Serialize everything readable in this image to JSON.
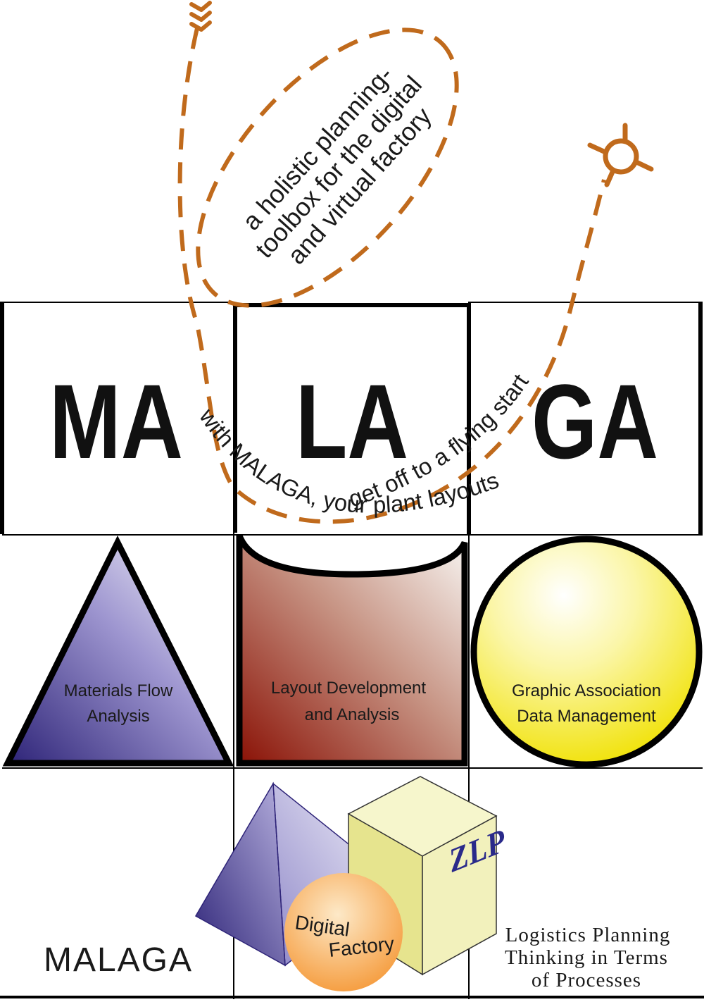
{
  "grid": {
    "syllables": [
      "MA",
      "LA",
      "GA"
    ]
  },
  "oval_text": {
    "lines": [
      "a holistic planning-",
      "toolbox for the digital",
      "and virtual factory"
    ]
  },
  "arc_text": {
    "line1": "with MALAGA, your plant layouts",
    "line2": "get off to a flying start"
  },
  "shapes": {
    "triangle_label": [
      "Materials Flow",
      "Analysis"
    ],
    "square_label": [
      "Layout Development",
      "and Analysis"
    ],
    "circle_label": [
      "Graphic Association",
      "Data Management"
    ]
  },
  "bottom": {
    "logo_text": "MALAGA",
    "sphere_label": [
      "Digital",
      "Factory"
    ],
    "box_logo": "ZLP",
    "logistics": [
      "Logistics Planning",
      "Thinking in Terms",
      "of Processes"
    ]
  },
  "colors": {
    "flight_path": "#c06a1c",
    "triangle": "#3a2f8a",
    "square": "#8a1a0e",
    "circle": "#f2e20a",
    "box": "#e8e89a",
    "sphere": "#f7a84a"
  },
  "icons": [
    "arrow-fletching-icon",
    "target-crosshair-icon"
  ]
}
